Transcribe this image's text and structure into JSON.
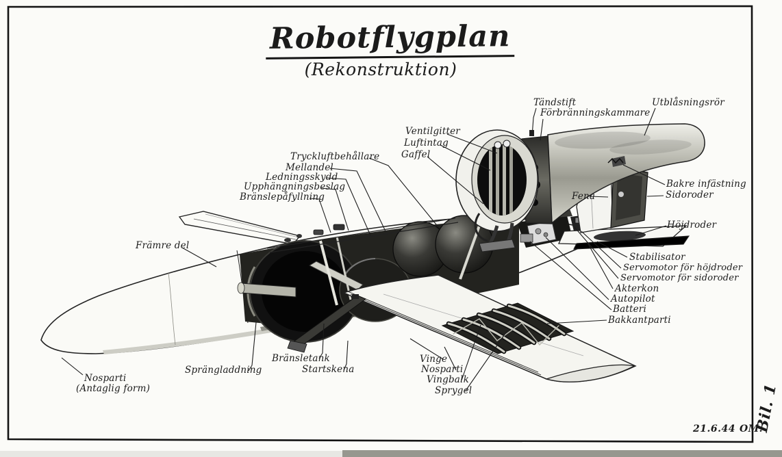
{
  "title": {
    "main": "Robotflygplan",
    "subtitle": "(Rekonstruktion)"
  },
  "labels": {
    "tandstift": "Tändstift",
    "forbranningskammare": "Förbränningskammare",
    "utblasningsror": "Utblåsningsrör",
    "ventilgitter": "Ventilgitter",
    "luftintag": "Luftintag",
    "gaffel": "Gaffel",
    "tryckluftbehallare": "Tryckluftbehållare",
    "mellandel": "Mellandel",
    "ledningsskydd": "Ledningsskydd",
    "upphangningsbeslag": "Upphängningsbeslag",
    "branslepafyllning": "Bränslepåfyllning",
    "bakre_infastning": "Bakre infästning",
    "sidoroder": "Sidoroder",
    "fena": "Fena",
    "hojdroder": "Höjdroder",
    "stabilisator": "Stabilisator",
    "servomotor_hojdroder": "Servomotor för höjdroder",
    "servomotor_sidoroder": "Servomotor för sidoroder",
    "akterkon": "Akterkon",
    "autopilot": "Autopilot",
    "batteri": "Batteri",
    "bakkantparti": "Bakkantparti",
    "vinge": "Vinge",
    "nosparti_vinge": "Nosparti",
    "vingbalk": "Vingbalk",
    "sprygel": "Sprygel",
    "bransletank": "Bränsletank",
    "startskena": "Startskena",
    "sprangladdning": "Sprängladdning",
    "nosparti_nos": "Nosparti",
    "antaglig_form": "(Antaglig form)",
    "framre_del": "Främre del"
  },
  "footer": {
    "date": "21.6.44",
    "signature": "OM.",
    "sheet": "Bil. 1"
  },
  "colors": {
    "ink": "#1b1b1b",
    "paper": "#fbfbf8",
    "cutaway_dark": "#23231f",
    "metal_mid": "#9a9a90"
  }
}
